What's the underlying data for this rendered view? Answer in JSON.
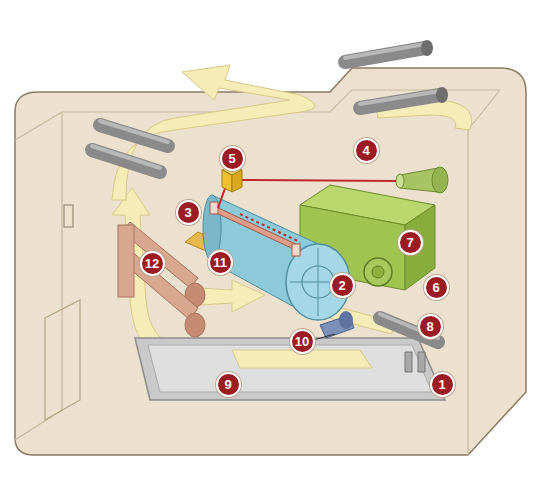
{
  "diagram": {
    "labels": [
      "5",
      "4",
      "3",
      "7",
      "11",
      "12",
      "2",
      "6",
      "8",
      "10",
      "9",
      "1"
    ]
  }
}
